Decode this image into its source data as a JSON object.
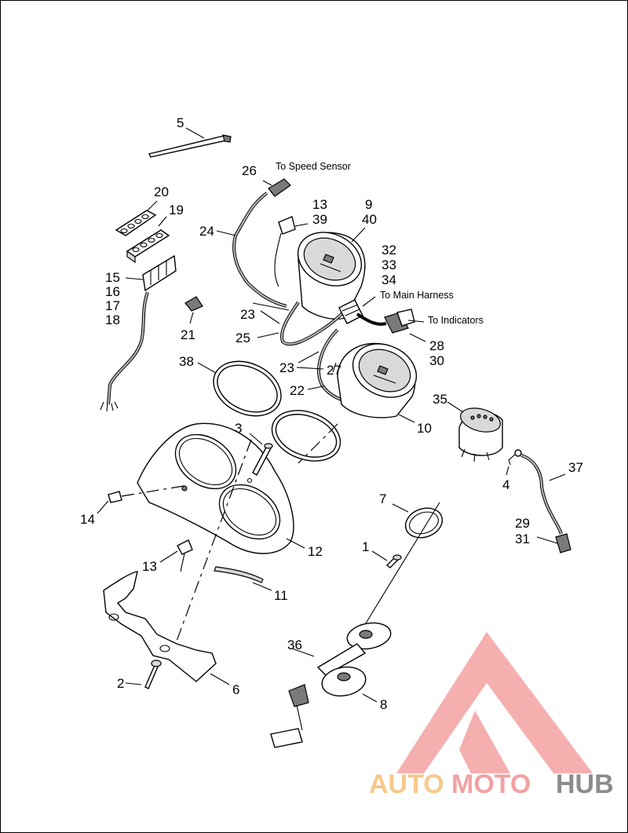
{
  "callouts": {
    "c1": "1",
    "c2": "2",
    "c3": "3",
    "c4": "4",
    "c5": "5",
    "c6": "6",
    "c7": "7",
    "c8": "8",
    "c9": "9",
    "c10": "10",
    "c11": "11",
    "c12": "12",
    "c13a": "13",
    "c13b": "13",
    "c14": "14",
    "c15": "15",
    "c16": "16",
    "c17": "17",
    "c18": "18",
    "c19": "19",
    "c20": "20",
    "c21": "21",
    "c22": "22",
    "c23a": "23",
    "c23b": "23",
    "c24": "24",
    "c25": "25",
    "c26": "26",
    "c27": "27",
    "c28": "28",
    "c29": "29",
    "c30": "30",
    "c31": "31",
    "c32": "32",
    "c33": "33",
    "c34": "34",
    "c35": "35",
    "c36": "36",
    "c37": "37",
    "c38": "38",
    "c39": "39",
    "c40": "40"
  },
  "notes": {
    "speed_sensor": "To Speed Sensor",
    "main_harness": "To Main Harness",
    "indicators": "To Indicators"
  },
  "watermark": {
    "part1": "AUTO",
    "part2": "MOTO",
    "part3": "HUB",
    "colors": {
      "auto": "#f5c98b",
      "moto": "#f1a2a2",
      "hub": "#8c8c8c",
      "logo": "#f1a2a2"
    }
  }
}
